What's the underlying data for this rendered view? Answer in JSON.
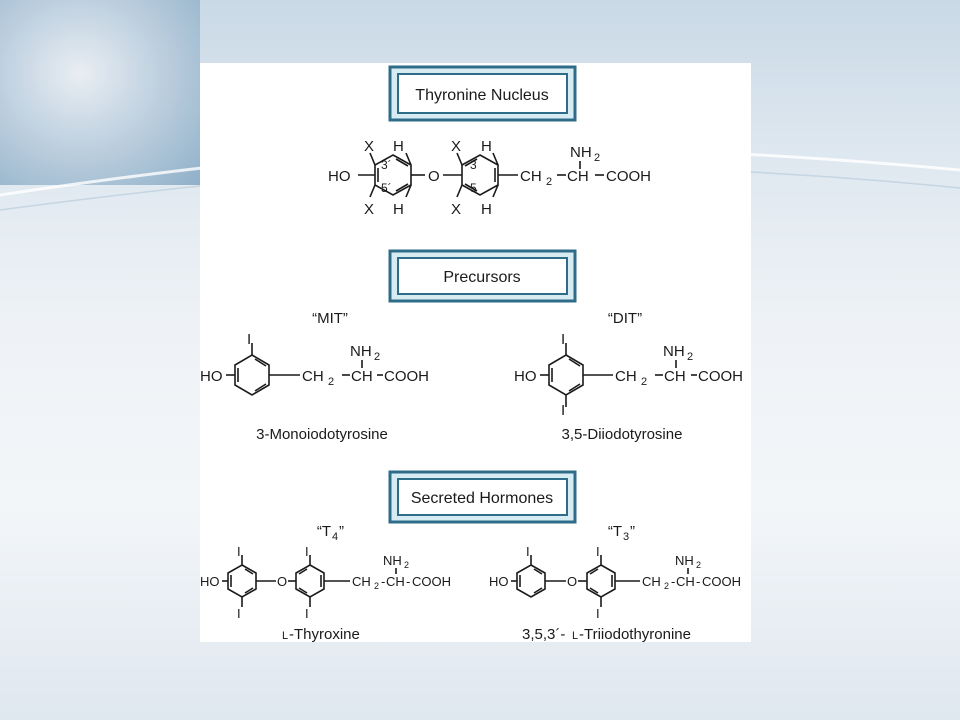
{
  "section_titles": {
    "nucleus": "Thyronine Nucleus",
    "precursors": "Precursors",
    "hormones": "Secreted Hormones"
  },
  "nucleus": {
    "ring_pos_3prime": "3´",
    "ring_pos_5prime": "5´",
    "ring_pos_3": "3",
    "ring_pos_5": "5",
    "x_sub": "X",
    "h_sub": "H",
    "ho": "HO",
    "o": "O",
    "nh2": "NH",
    "nh2_sub": "2",
    "ch2": "CH",
    "ch2_sub": "2",
    "ch": "CH",
    "cooh": "COOH"
  },
  "mit": {
    "nickname": "“MIT”",
    "name": "3-Monoiodotyrosine",
    "iodine": "I",
    "ho": "HO",
    "nh2": "NH",
    "sub2": "2",
    "ch2": "CH",
    "ch": "CH",
    "cooh": "COOH"
  },
  "dit": {
    "nickname": "“DIT”",
    "name": "3,5-Diiodotyrosine",
    "iodine": "I",
    "ho": "HO",
    "nh2": "NH",
    "sub2": "2",
    "ch2": "CH",
    "ch": "CH",
    "cooh": "COOH"
  },
  "t4": {
    "nickname_open": "“T",
    "nickname_sub": "4",
    "nickname_close": "”",
    "name_prefix": "L",
    "name_rest": "-Thyroxine",
    "iodine": "I",
    "ho": "HO",
    "o": "O",
    "nh2": "NH",
    "sub2": "2",
    "ch2": "CH",
    "ch": "CH",
    "cooh": "COOH"
  },
  "t3": {
    "nickname_open": "“T",
    "nickname_sub": "3",
    "nickname_close": "”",
    "name_start": "3,5,3´-",
    "name_prefix": "L",
    "name_rest": "-Triiodothyronine",
    "iodine": "I",
    "ho": "HO",
    "o": "O",
    "nh2": "NH",
    "sub2": "2",
    "ch2": "CH",
    "ch": "CH",
    "cooh": "COOH"
  },
  "colors": {
    "box_outer": "#2f6c8a",
    "box_inner": "#d7ebf3",
    "box_fill": "#ffffff",
    "ink": "#1a1a1a"
  }
}
